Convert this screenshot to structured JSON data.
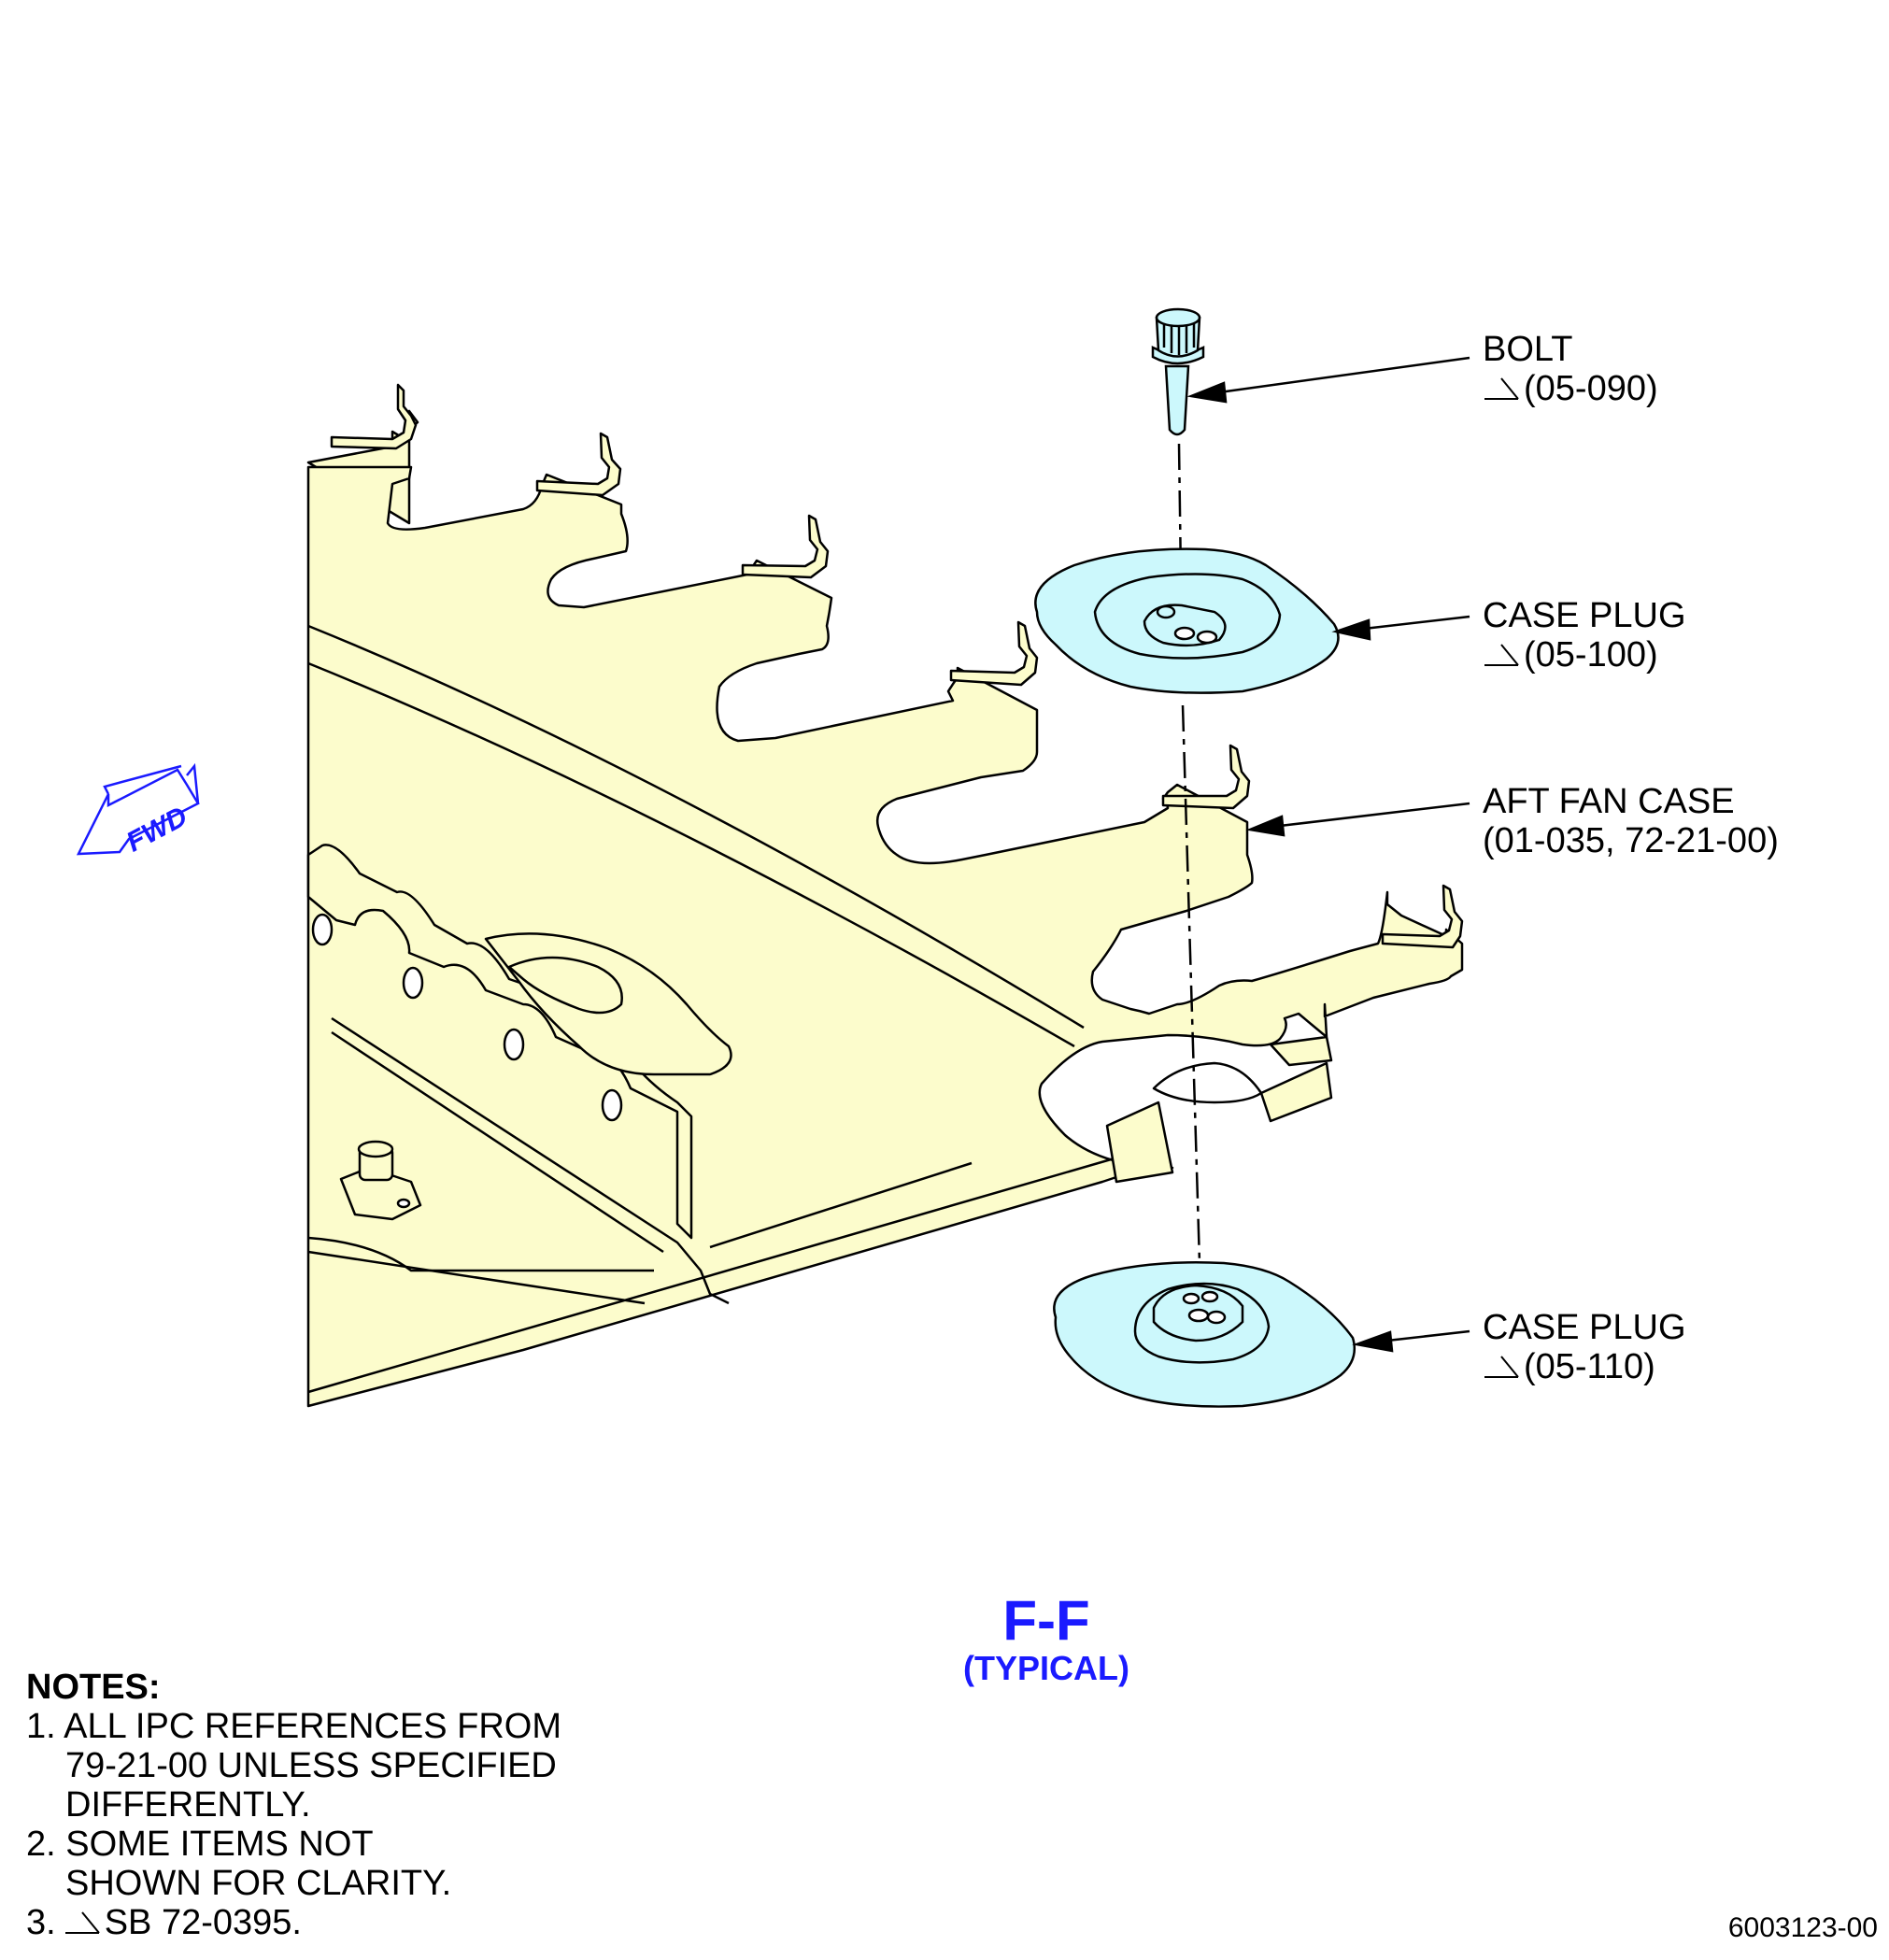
{
  "callouts": [
    {
      "label": "BOLT",
      "ref": "(05-090)",
      "flagged": true
    },
    {
      "label": "CASE PLUG",
      "ref": "(05-100)",
      "flagged": true
    },
    {
      "label": "AFT FAN CASE",
      "ref": "(01-035, 72-21-00)",
      "flagged": false
    },
    {
      "label": "CASE PLUG",
      "ref": "(05-110)",
      "flagged": true
    }
  ],
  "fwd_label": "FWD",
  "section": {
    "title": "F-F",
    "subtitle": "(TYPICAL)"
  },
  "notes": {
    "heading": "NOTES:",
    "items": [
      {
        "num": "1.",
        "lines": [
          "ALL IPC REFERENCES FROM",
          "79-21-00 UNLESS SPECIFIED",
          "DIFFERENTLY."
        ]
      },
      {
        "num": "2.",
        "lines": [
          "SOME ITEMS NOT",
          "SHOWN FOR CLARITY."
        ]
      },
      {
        "num": "3.",
        "lines": [
          "SB 72-0395."
        ],
        "flagged": true
      }
    ]
  },
  "drawing_number": "6003123-00",
  "colors": {
    "case_fill": "#fcfccc",
    "plug_fill": "#ccf8fc",
    "accent_blue": "#1a1aff",
    "line": "#000000"
  }
}
